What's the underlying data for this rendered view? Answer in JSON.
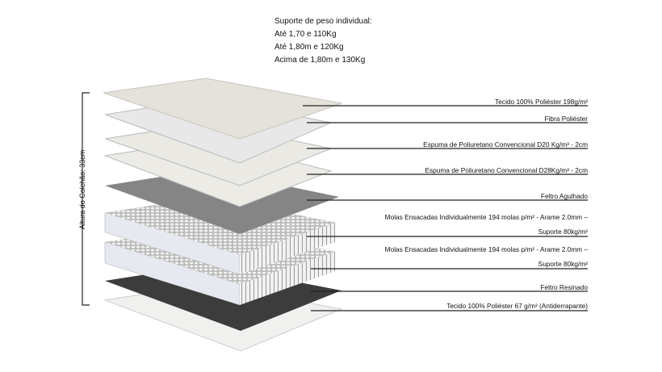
{
  "support": {
    "title": "Suporte de peso individual:",
    "lines": [
      "Até 1,70 e 110Kg",
      "Até 1,80m e 120Kg",
      "Acima de 1,80m e 130Kg"
    ]
  },
  "height_label": "Altura do Colchão: 33cm",
  "layers": [
    {
      "label": "Tecido 100% Poliéster 198g/m²"
    },
    {
      "label": "Fibra Poliéster"
    },
    {
      "label": "Espuma de Poliuretano Convencional D20 Kg/m³ - 2cm"
    },
    {
      "label": "Espuma de Poliuretano Convencional D28Kg/m³ - 2cm"
    },
    {
      "label": "Feltro Agulhado"
    },
    {
      "label": "Molas Ensacadas Individualmente 194 molas p/m² - Arame 2.0mm –",
      "label2": "Suporte 80kg/m²"
    },
    {
      "label": "Molas Ensacadas Individualmente 194 molas p/m² - Arame 2.0mm –",
      "label2": "Suporte 80kg/m²"
    },
    {
      "label": "Feltro Resinado"
    },
    {
      "label": "Tecido 100% Poliéster 67 g/m² (Antiderrapante)"
    }
  ]
}
